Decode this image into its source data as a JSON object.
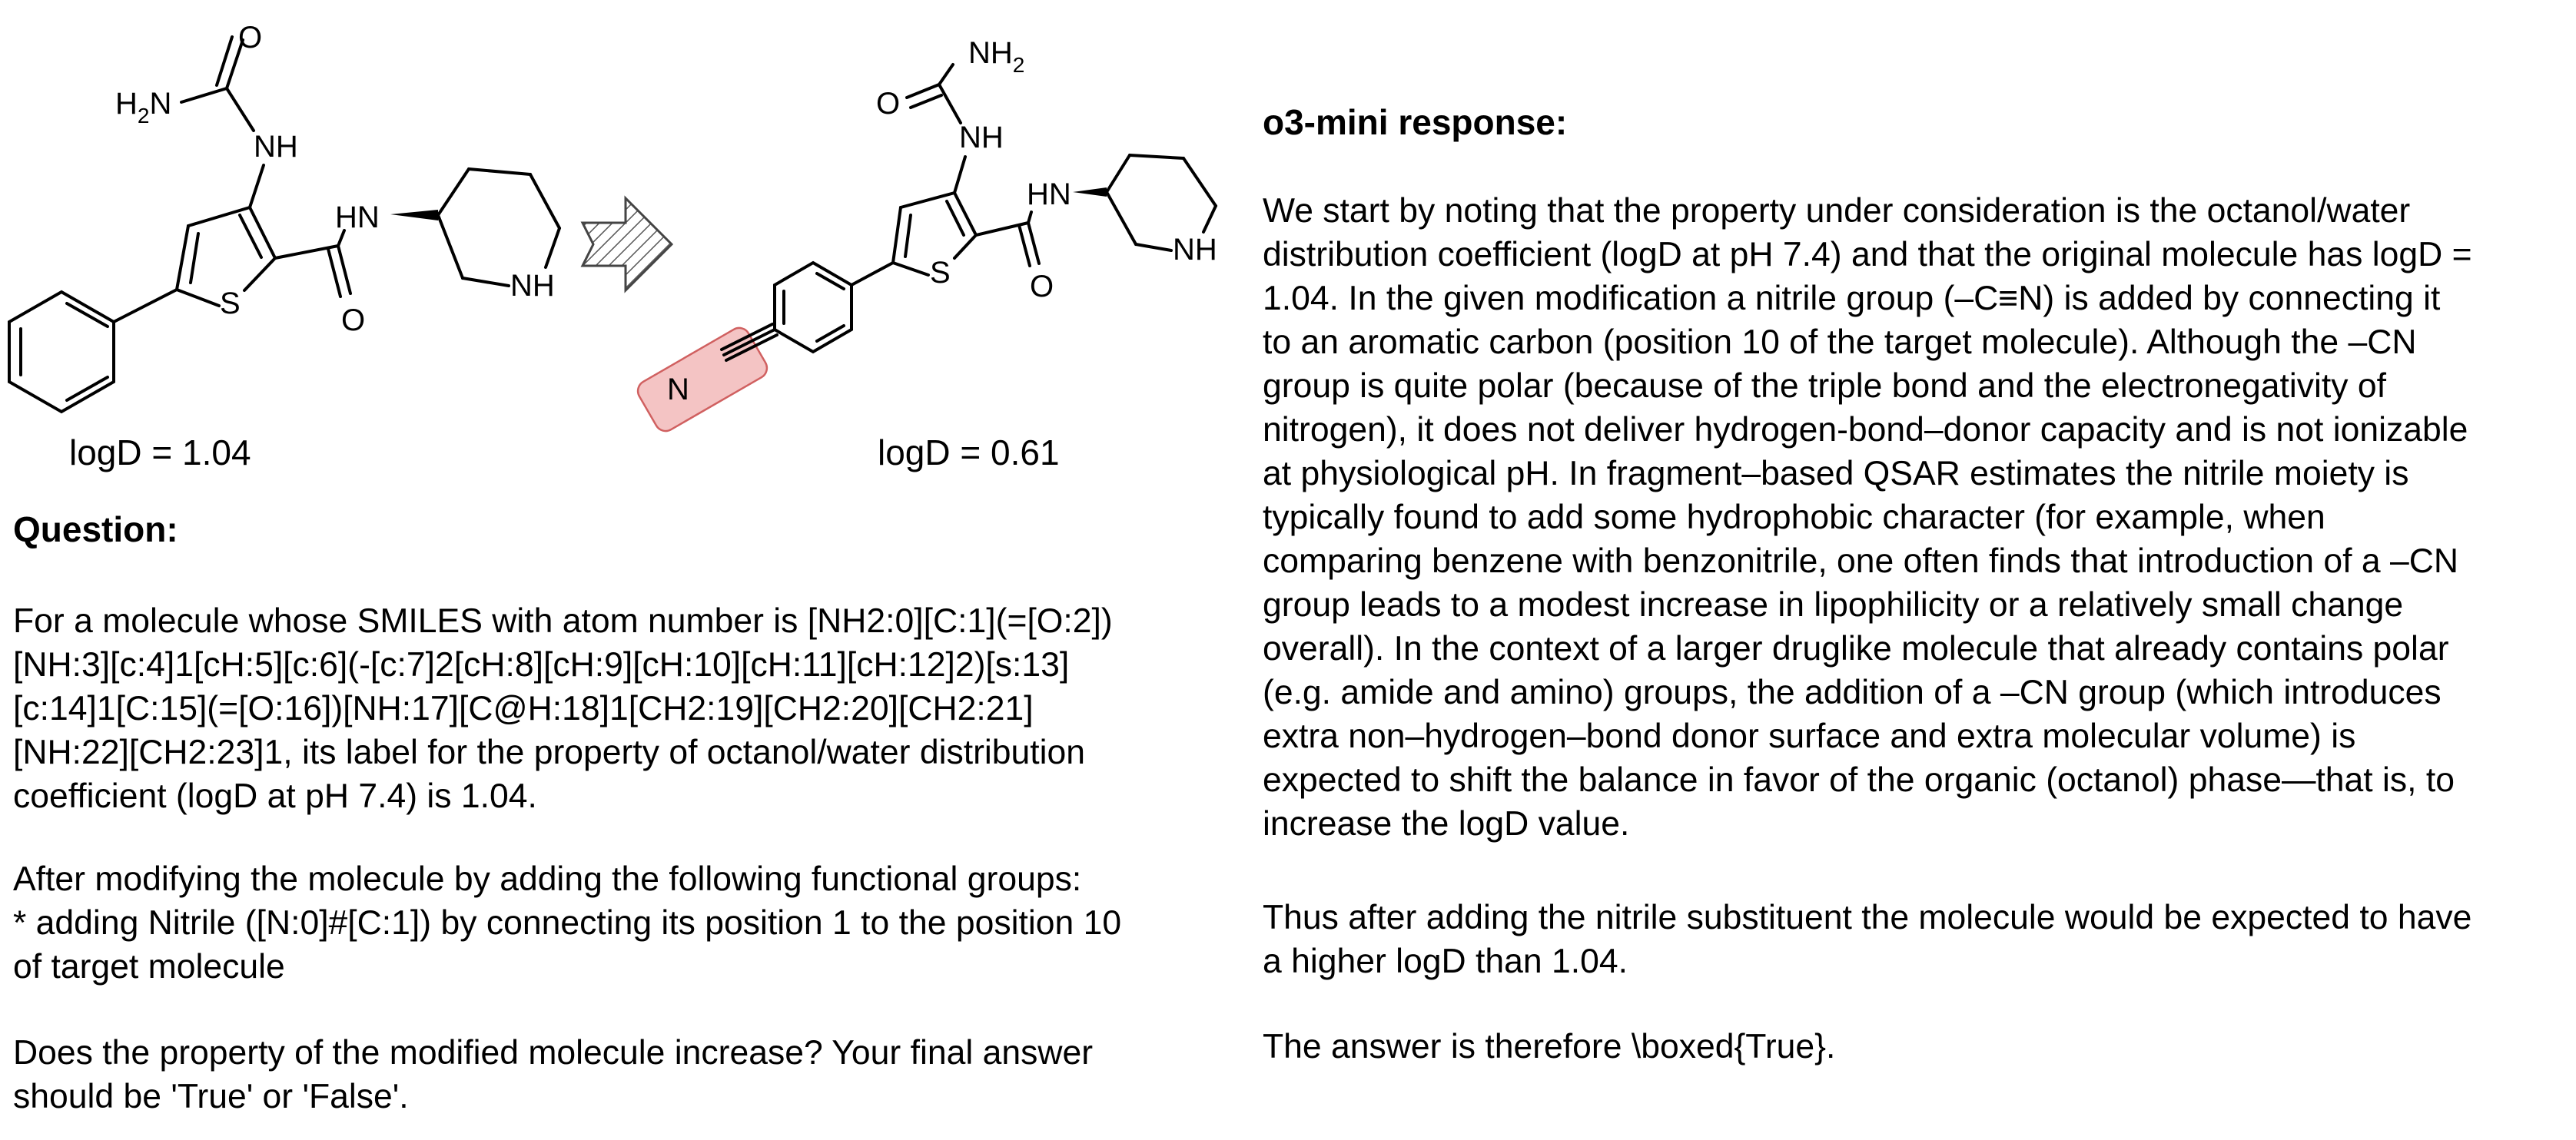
{
  "molecules": {
    "original": {
      "logd_label": "logD = 1.04"
    },
    "modified": {
      "logd_label": "logD = 0.61"
    },
    "atom_labels": {
      "nh2": "NH",
      "h2n": "H",
      "two": "2",
      "n_prefix": "N",
      "o": "O",
      "nh": "NH",
      "hn": "HN",
      "s": "S",
      "n": "N"
    }
  },
  "question": {
    "heading": "Question:",
    "p1_lines": [
      "For a molecule whose SMILES with atom number is [NH2:0][C:1](=[O:2])",
      "[NH:3][c:4]1[cH:5][c:6](-[c:7]2[cH:8][cH:9][cH:10][cH:11][cH:12]2)[s:13]",
      "[c:14]1[C:15](=[O:16])[NH:17][C@H:18]1[CH2:19][CH2:20][CH2:21]",
      "[NH:22][CH2:23]1, its label for the property of octanol/water distribution",
      "coefficient (logD at pH 7.4) is 1.04."
    ],
    "p2_lines": [
      "After modifying the molecule by adding the following functional groups:",
      "* adding Nitrile ([N:0]#[C:1]) by connecting its position 1 to the position 10",
      "of target molecule"
    ],
    "p3_lines": [
      "Does the property of the modified molecule increase? Your final answer",
      "should be 'True' or 'False'."
    ]
  },
  "response": {
    "heading": "o3-mini response:",
    "p1_lines": [
      "We start by noting that the property under consideration is the octanol/water",
      "distribution coefficient (logD at pH 7.4) and that the original molecule has logD =",
      "1.04. In the given modification a nitrile group (–C≡N) is added by connecting it",
      "to an aromatic carbon (position 10 of the target molecule). Although the –CN",
      "group is quite polar (because of the triple bond and the electronegativity of",
      "nitrogen), it does not deliver hydrogen-bond–donor capacity and is not ionizable",
      "at physiological pH. In fragment–based QSAR estimates the nitrile moiety is",
      "typically found to add some hydrophobic character (for example, when",
      "comparing benzene with benzonitrile, one often finds that introduction of a –CN",
      "group leads to a modest increase in lipophilicity or a relatively small change",
      "overall). In the context of a larger druglike molecule that already contains polar",
      "(e.g. amide and amino) groups, the addition of a –CN group (which introduces",
      "extra non–hydrogen–bond donor surface and extra molecular volume) is",
      "expected to shift the balance in favor of the organic (octanol) phase—that is, to",
      "increase the logD value."
    ],
    "p2_lines": [
      "Thus after adding the nitrile substituent the molecule would be expected to have",
      "a higher logD than 1.04."
    ],
    "p3_lines": [
      "The answer is therefore \\boxed{True}."
    ]
  }
}
